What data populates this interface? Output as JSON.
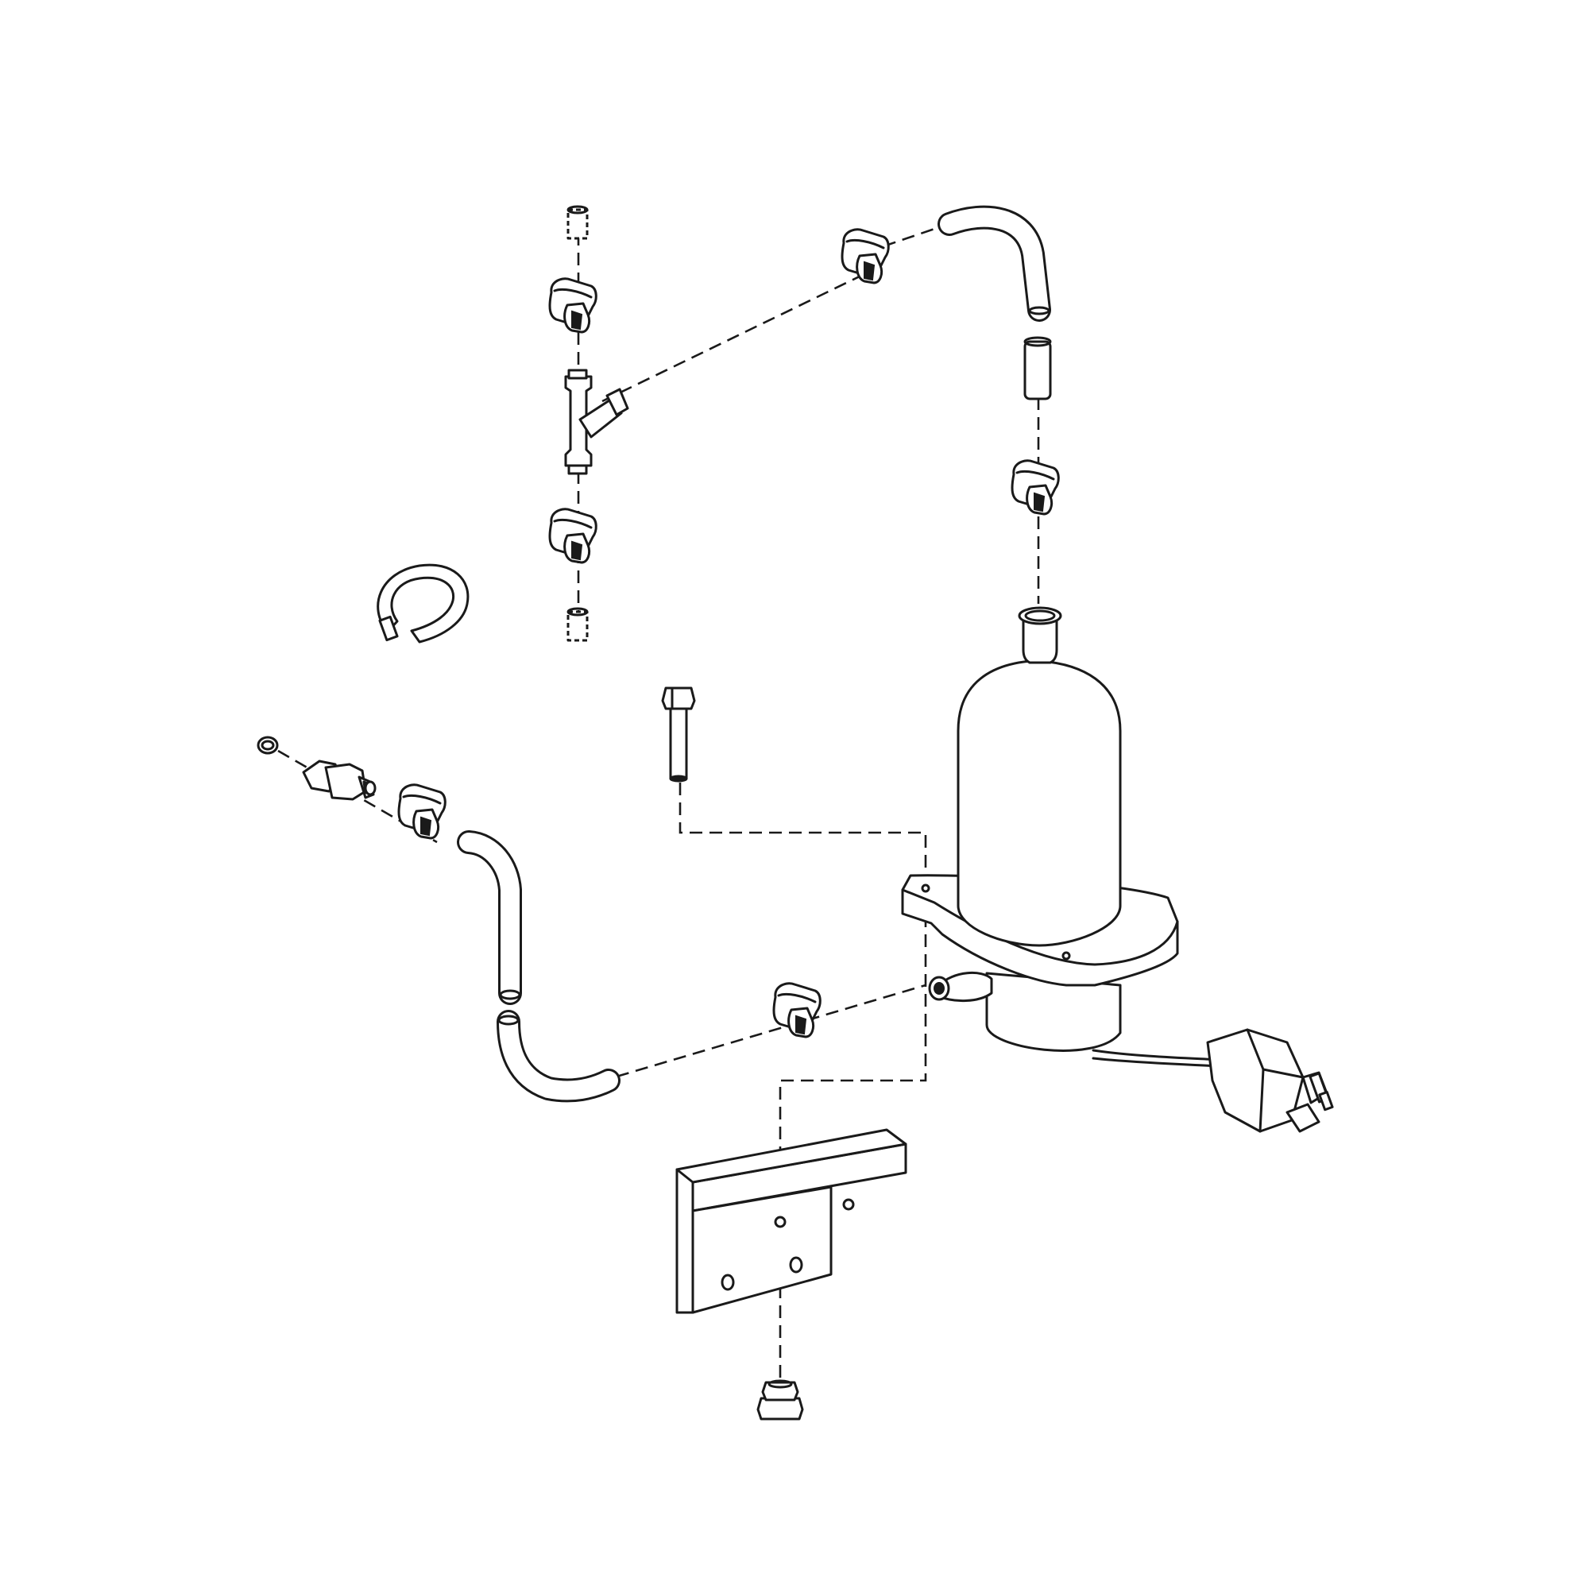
{
  "diagram": {
    "kind": "exploded parts illustration",
    "colors": {
      "line": "#1a1a1a",
      "background": "#ffffff"
    },
    "parts": [
      "heater-tank",
      "mounting-bracket",
      "power-cord-plug",
      "hose-clamp",
      "y-fitting",
      "coolant-hose",
      "hex-bolt",
      "flange-nut",
      "threaded-adapter",
      "o-ring",
      "spring-clip",
      "hose-end-cap"
    ]
  }
}
